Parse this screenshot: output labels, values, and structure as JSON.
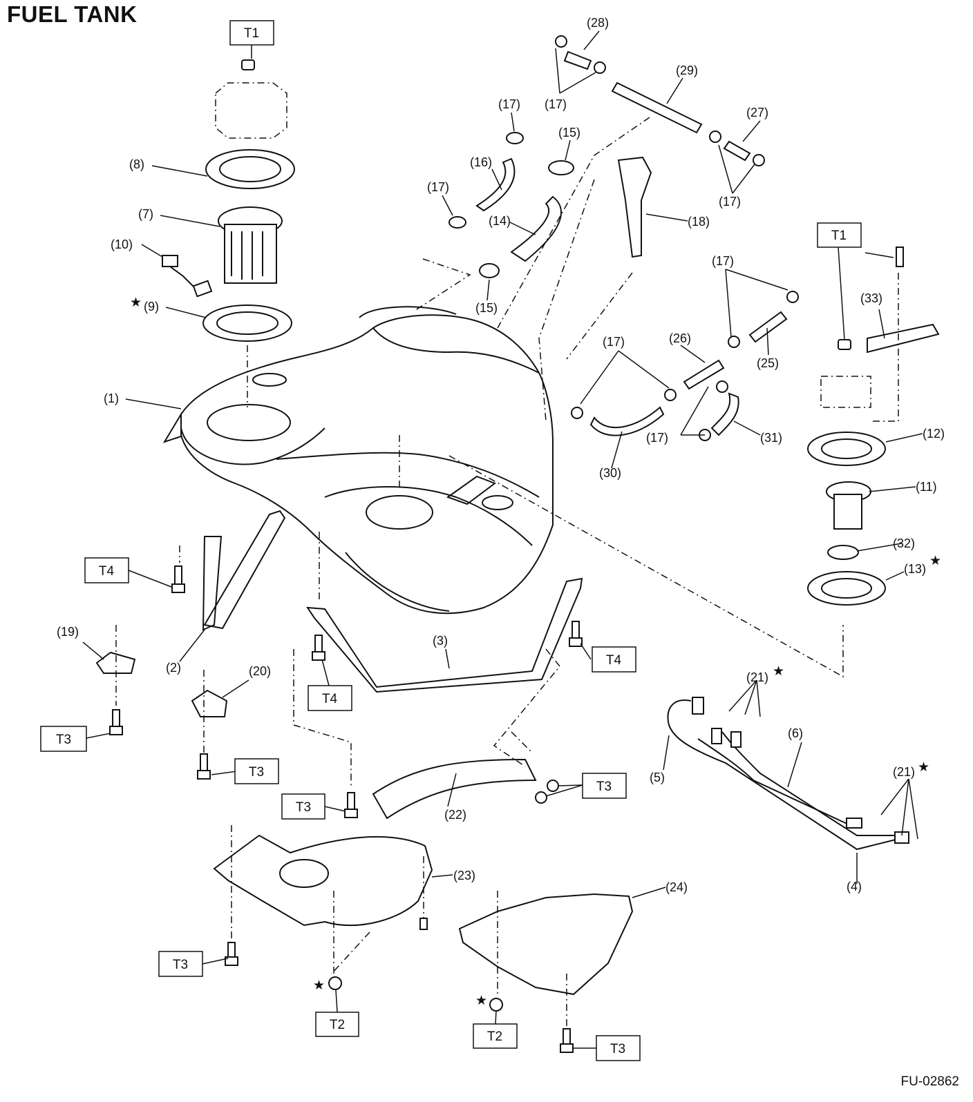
{
  "title": "FUEL TANK",
  "figure_code": "FU-02862",
  "callouts": [
    "(1)",
    "(2)",
    "(3)",
    "(4)",
    "(5)",
    "(6)",
    "(7)",
    "(8)",
    "(9)",
    "(10)",
    "(11)",
    "(12)",
    "(13)",
    "(14)",
    "(15)",
    "(16)",
    "(17)",
    "(18)",
    "(19)",
    "(20)",
    "(21)",
    "(22)",
    "(23)",
    "(24)",
    "(25)",
    "(26)",
    "(27)",
    "(28)",
    "(29)",
    "(30)",
    "(31)",
    "(32)",
    "(33)"
  ],
  "torque_labels": {
    "t1": "T1",
    "t2": "T2",
    "t3": "T3",
    "t4": "T4"
  },
  "star_symbol": "★"
}
